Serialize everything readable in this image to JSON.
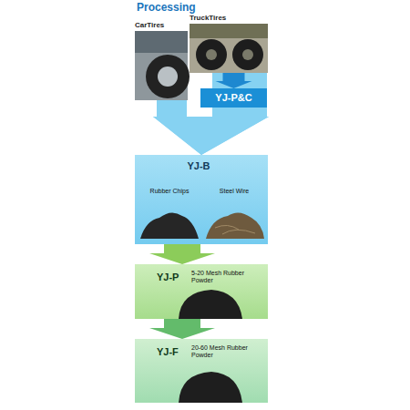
{
  "diagram": {
    "title": "Processing",
    "nodes": [
      {
        "text": [
          "CarTires"
        ]
      },
      {
        "text": [
          "TruckTires"
        ]
      },
      {
        "text": [
          "YJ-P&C"
        ]
      },
      {
        "text": [
          "YJ-B"
        ]
      },
      {
        "text": [
          "Rubber Chips"
        ],
        "in": 3
      },
      {
        "text": [
          "Steel Wire"
        ],
        "in": 3
      },
      {
        "text": [
          "YJ-P",
          "5-20 Mesh Rubber Powder"
        ]
      },
      {
        "text": [
          "YJ-F",
          "20-60 Mesh Rubber Powder"
        ]
      }
    ],
    "edges": [
      {
        "from": 1,
        "to": 2,
        "arrow": "to"
      },
      {
        "from": 0,
        "to": 3,
        "arrow": "to"
      },
      {
        "from": 2,
        "to": 3,
        "arrow": "to"
      },
      {
        "from": 3,
        "to": 6,
        "arrow": "to"
      },
      {
        "from": 6,
        "to": 7,
        "arrow": "to"
      }
    ]
  }
}
